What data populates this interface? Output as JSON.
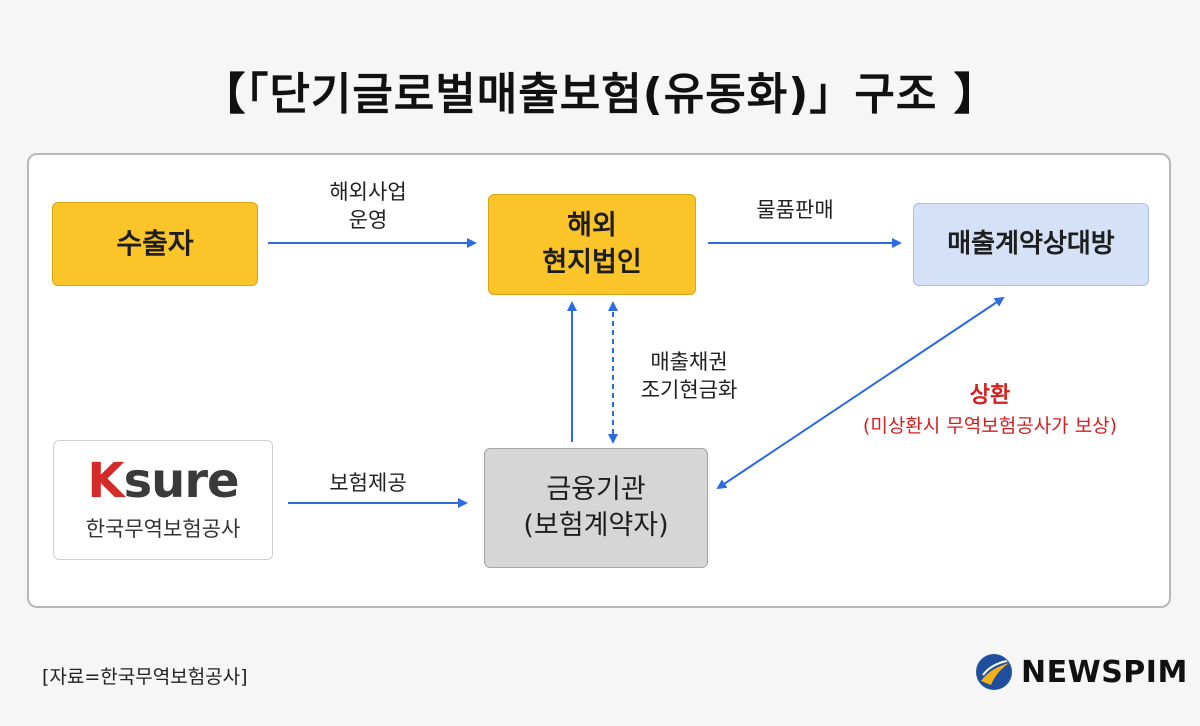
{
  "title": "【「단기글로벌매출보험(유동화)」구조 】",
  "nodes": {
    "exporter": "수출자",
    "subsidiary": [
      "해외",
      "현지법인"
    ],
    "counterparty": "매출계약상대방",
    "bank": [
      "금융기관",
      "(보험계약자)"
    ],
    "ksure": {
      "logo_k": "K",
      "logo_rest": "sure",
      "name": "한국무역보험공사"
    }
  },
  "edges": {
    "overseas_ops": [
      "해외사업",
      "운영"
    ],
    "sale_of_goods": "물품판매",
    "securitization": [
      "매출채권",
      "조기현금화"
    ],
    "insurance": "보험제공",
    "repayment": "상환",
    "repayment_note": "(미상환시 무역보험공사가 보상)"
  },
  "footer": {
    "source": "[자료=한국무역보험공사]",
    "brand": "NEWSPIM"
  },
  "colors": {
    "arrow": "#2d6be0",
    "accent_red": "#d42020",
    "yellow": "#fbc52a",
    "blue": "#d4e1f7",
    "gray": "#d6d6d6"
  }
}
